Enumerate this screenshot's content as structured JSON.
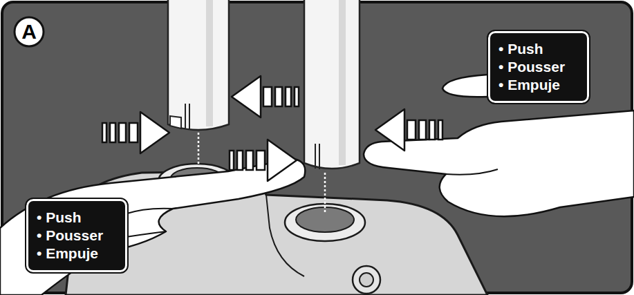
{
  "diagram": {
    "nodes": [
      {
        "text": [
          "A"
        ]
      },
      {
        "text": [
          "• Push",
          "• Pousser",
          "• Empuje"
        ]
      },
      {
        "text": [
          "• Push",
          "• Pousser",
          "• Empuje"
        ]
      }
    ]
  }
}
